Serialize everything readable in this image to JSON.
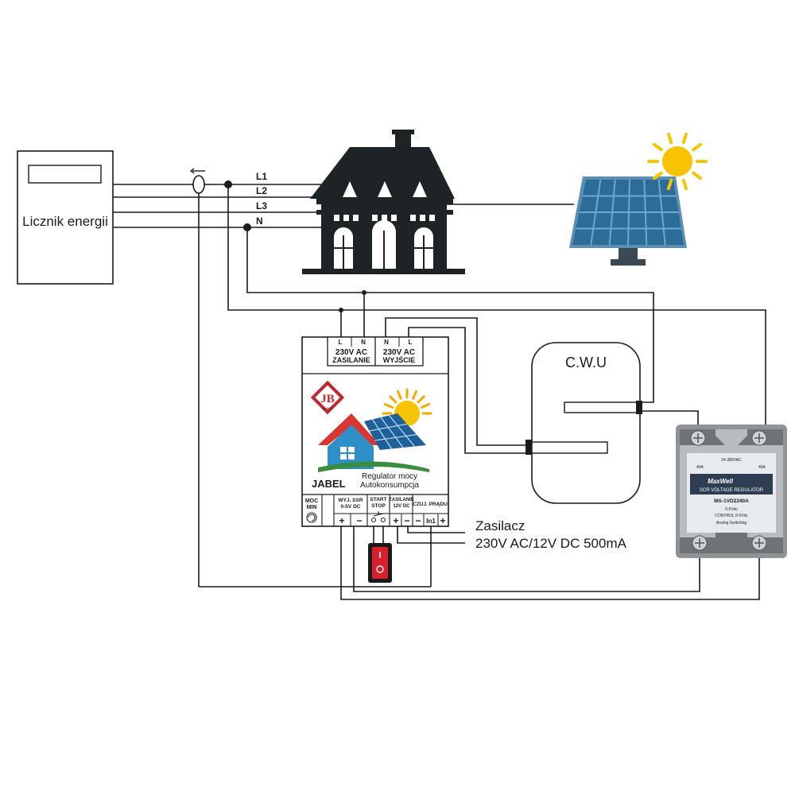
{
  "meter": {
    "label": "Licznik energii"
  },
  "lines": {
    "l1": "L1",
    "l2": "L2",
    "l3": "L3",
    "n": "N"
  },
  "tank": {
    "label": "C.W.U"
  },
  "controller": {
    "in_header": "230V AC",
    "in_sub": "ZASILANIE",
    "in_l": "L",
    "in_n": "N",
    "out_header": "230V AC",
    "out_sub": "WYJŚCIE",
    "out_n": "N",
    "out_l": "L",
    "logo_letters": "JB",
    "logo_sub": "JABEL",
    "brand": "JABEL",
    "product_line1": "Regulator mocy",
    "product_line2": "Autokonsumpcja",
    "moc_min_line1": "MOC",
    "moc_min_line2": "MIN",
    "ssr_line1": "WYJ. SSR",
    "ssr_line2": "0-5V DC",
    "start_line1": "START",
    "start_line2": "STOP",
    "supply_line1": "ZASILANIE",
    "supply_line2": "12V DC",
    "current_line1": "CZUJ. PRĄDU",
    "current_in": "In1",
    "plus": "+",
    "minus": "−"
  },
  "psu": {
    "line1": "Zasilacz",
    "line2": "230V AC/12V DC 500mA"
  },
  "ssr": {
    "brand": "MaxWell",
    "title": "SCR VOLTAGE REGULATOR",
    "model": "MS-1VD2240A",
    "range": "0-5Vdc",
    "control": "CONTROL 0-5Vdc",
    "mode": "Analog Switching",
    "amps_left": "40A",
    "amps_right": "40A",
    "voltage": "24-380VAC"
  },
  "colors": {
    "ink": "#1a1a1a",
    "house": "#1e2326",
    "panel_blue": "#2c6c96",
    "panel_frame": "#5a8fb5",
    "sun": "#f6c400",
    "switch_red": "#d8202a",
    "logo_red": "#c1272d",
    "roof_red": "#d9362f"
  }
}
